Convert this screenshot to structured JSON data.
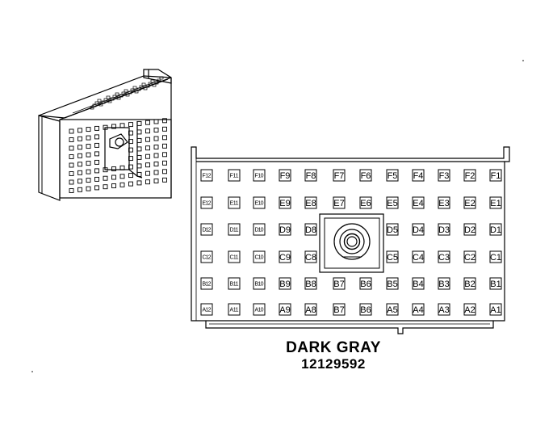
{
  "connector": {
    "color_name": "DARK GRAY",
    "part_number": "12129592",
    "rows": [
      [
        "F12",
        "F11",
        "F10",
        "F9",
        "F8",
        "F7",
        "F6",
        "F5",
        "F4",
        "F3",
        "F2",
        "F1"
      ],
      [
        "E12",
        "E11",
        "E10",
        "E9",
        "E8",
        "E7",
        "E6",
        "E5",
        "E4",
        "E3",
        "E2",
        "E1"
      ],
      [
        "D12",
        "D11",
        "D10",
        "D9",
        "D8",
        "",
        "",
        "D5",
        "D4",
        "D3",
        "D2",
        "D1"
      ],
      [
        "C12",
        "C11",
        "C10",
        "C9",
        "C8",
        "",
        "",
        "C5",
        "C4",
        "C3",
        "C2",
        "C1"
      ],
      [
        "B12",
        "B11",
        "B10",
        "B9",
        "B8",
        "B7",
        "B6",
        "B5",
        "B4",
        "B3",
        "B2",
        "B1"
      ],
      [
        "A12",
        "A11",
        "A10",
        "A9",
        "A8",
        "B7",
        "B6",
        "A5",
        "A4",
        "A3",
        "A2",
        "A1"
      ]
    ]
  },
  "colors": {
    "line": "#000000",
    "background": "#ffffff"
  }
}
